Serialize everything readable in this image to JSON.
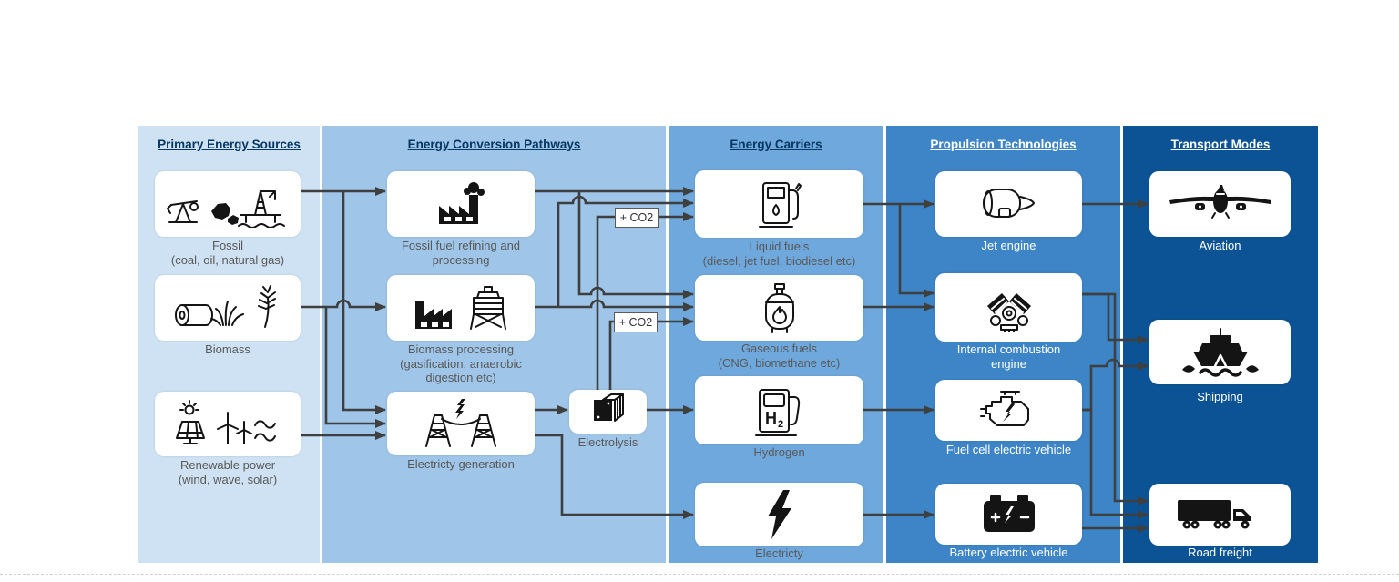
{
  "colors": {
    "col1": "#cfe2f3",
    "col2": "#9fc5e8",
    "col3": "#6fa8dc",
    "col4": "#3d85c6",
    "col5": "#0b5394",
    "header_dark": "#073763",
    "header_light": "#ffffff",
    "label_gray": "#595959",
    "label_light": "#ffffff",
    "arrow": "#3f3f3f"
  },
  "diagram": {
    "co2_label": "+ CO2",
    "columns": [
      {
        "id": "sources",
        "title": "Primary Energy Sources"
      },
      {
        "id": "conversion",
        "title": "Energy Conversion Pathways"
      },
      {
        "id": "carriers",
        "title": "Energy Carriers"
      },
      {
        "id": "propulsion",
        "title": "Propulsion Technologies"
      },
      {
        "id": "transport",
        "title": "Transport Modes"
      }
    ],
    "nodes": [
      {
        "id": "fossil",
        "column": "sources",
        "icon": "fossil-sources-icon",
        "lines": [
          "Fossil",
          "(coal, oil, natural gas)"
        ]
      },
      {
        "id": "biomass",
        "column": "sources",
        "icon": "biomass-icon",
        "lines": [
          "Biomass"
        ]
      },
      {
        "id": "renewable",
        "column": "sources",
        "icon": "renewable-power-icon",
        "lines": [
          "Renewable power",
          "(wind, wave, solar)"
        ]
      },
      {
        "id": "refining",
        "column": "conversion",
        "icon": "refinery-factory-icon",
        "lines": [
          "Fossil fuel refining and",
          "processing"
        ]
      },
      {
        "id": "bioproc",
        "column": "conversion",
        "icon": "biomass-processing-icon",
        "lines": [
          "Biomass processing",
          "(gasification, anaerobic",
          "digestion etc)"
        ]
      },
      {
        "id": "elecgen",
        "column": "conversion",
        "icon": "power-grid-icon",
        "lines": [
          "Electricty generation"
        ]
      },
      {
        "id": "electrolysis",
        "column": "conversion",
        "icon": "electrolysis-stack-icon",
        "lines": [
          "Electrolysis"
        ]
      },
      {
        "id": "liquid",
        "column": "carriers",
        "icon": "fuel-pump-icon",
        "lines": [
          "Liquid fuels",
          "(diesel, jet fuel, biodiesel etc)"
        ]
      },
      {
        "id": "gaseous",
        "column": "carriers",
        "icon": "gas-cylinder-icon",
        "lines": [
          "Gaseous fuels",
          "(CNG, biomethane etc)"
        ]
      },
      {
        "id": "hydrogen",
        "column": "carriers",
        "icon": "hydrogen-pump-icon",
        "lines": [
          "Hydrogen"
        ]
      },
      {
        "id": "electricity",
        "column": "carriers",
        "icon": "lightning-bolt-icon",
        "lines": [
          "Electricty"
        ]
      },
      {
        "id": "jet",
        "column": "propulsion",
        "icon": "jet-engine-icon",
        "lines": [
          "Jet engine"
        ]
      },
      {
        "id": "ice",
        "column": "propulsion",
        "icon": "combustion-engine-icon",
        "lines": [
          "Internal combustion",
          "engine"
        ]
      },
      {
        "id": "fcev",
        "column": "propulsion",
        "icon": "fuel-cell-engine-icon",
        "lines": [
          "Fuel cell electric vehicle"
        ]
      },
      {
        "id": "bev",
        "column": "propulsion",
        "icon": "battery-icon",
        "lines": [
          "Battery electric vehicle"
        ]
      },
      {
        "id": "aviation",
        "column": "transport",
        "icon": "airplane-icon",
        "lines": [
          "Aviation"
        ]
      },
      {
        "id": "shipping",
        "column": "transport",
        "icon": "ship-icon",
        "lines": [
          "Shipping"
        ]
      },
      {
        "id": "roadfreight",
        "column": "transport",
        "icon": "truck-icon",
        "lines": [
          "Road freight"
        ]
      }
    ],
    "edges": [
      {
        "from": "fossil",
        "to": "refining"
      },
      {
        "from": "fossil",
        "to": "elecgen"
      },
      {
        "from": "biomass",
        "to": "bioproc"
      },
      {
        "from": "biomass",
        "to": "elecgen"
      },
      {
        "from": "renewable",
        "to": "elecgen"
      },
      {
        "from": "refining",
        "to": "liquid"
      },
      {
        "from": "refining",
        "to": "gaseous"
      },
      {
        "from": "bioproc",
        "to": "liquid"
      },
      {
        "from": "bioproc",
        "to": "gaseous"
      },
      {
        "from": "electrolysis",
        "to": "liquid",
        "annotation": "+ CO2"
      },
      {
        "from": "electrolysis",
        "to": "gaseous",
        "annotation": "+ CO2"
      },
      {
        "from": "elecgen",
        "to": "electrolysis"
      },
      {
        "from": "elecgen",
        "to": "electricity"
      },
      {
        "from": "electrolysis",
        "to": "hydrogen"
      },
      {
        "from": "liquid",
        "to": "jet"
      },
      {
        "from": "liquid",
        "to": "ice"
      },
      {
        "from": "gaseous",
        "to": "ice"
      },
      {
        "from": "hydrogen",
        "to": "fcev"
      },
      {
        "from": "electricity",
        "to": "bev"
      },
      {
        "from": "jet",
        "to": "aviation"
      },
      {
        "from": "ice",
        "to": "shipping"
      },
      {
        "from": "ice",
        "to": "roadfreight"
      },
      {
        "from": "fcev",
        "to": "shipping"
      },
      {
        "from": "fcev",
        "to": "roadfreight"
      },
      {
        "from": "bev",
        "to": "roadfreight"
      }
    ]
  }
}
